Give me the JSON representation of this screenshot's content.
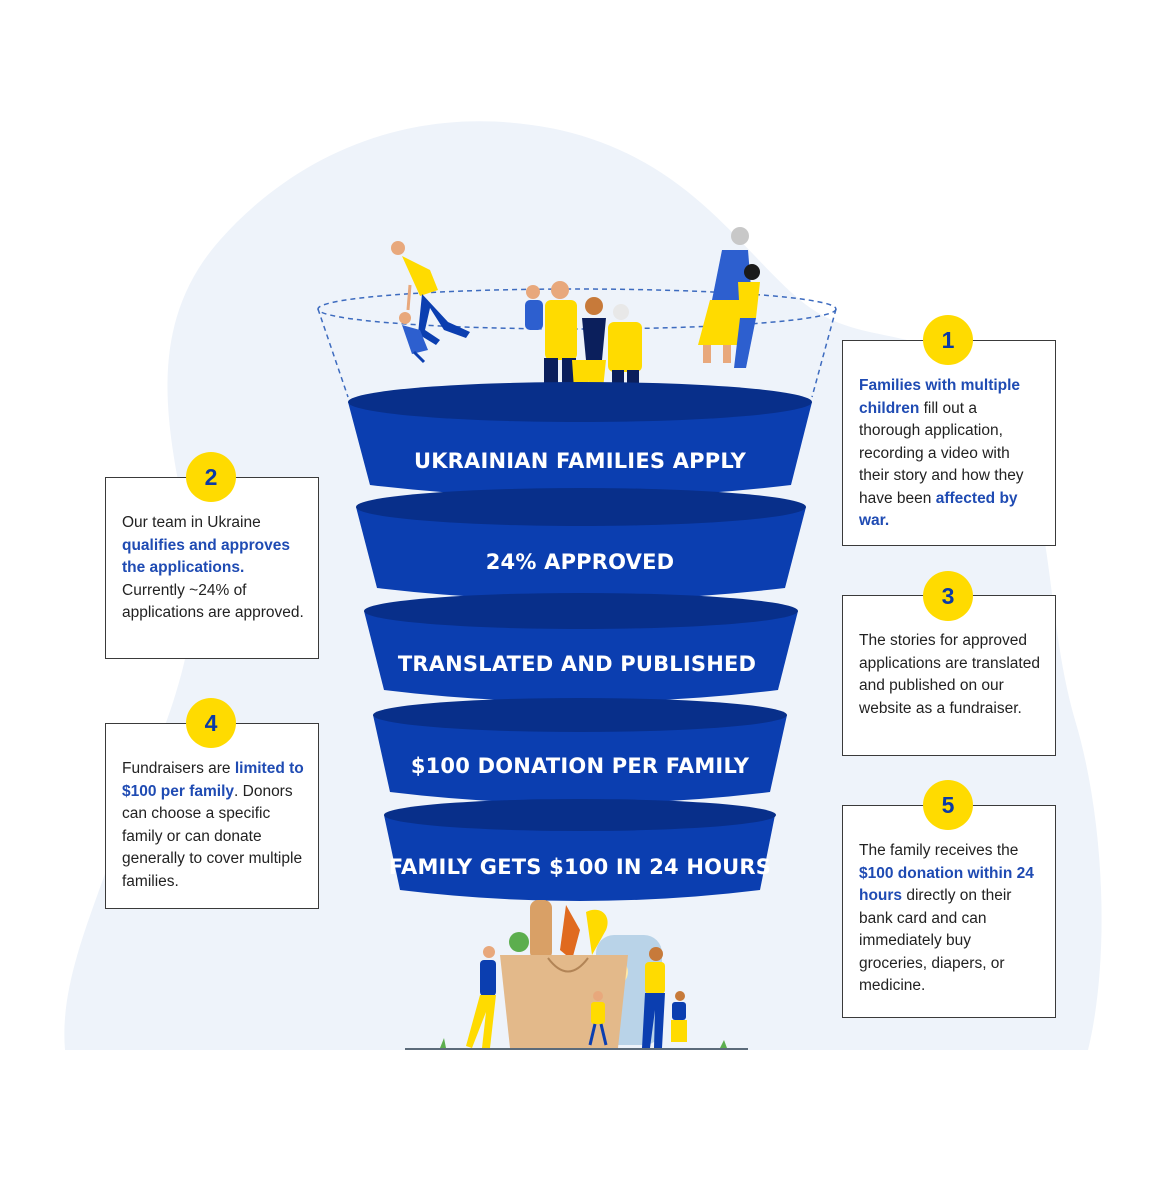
{
  "colors": {
    "blob": "#eef3fa",
    "funnel_blue": "#0b3eb0",
    "funnel_dark": "#082f8a",
    "accent_yellow": "#ffdb00",
    "highlight_blue": "#1f4bb3"
  },
  "funnel": {
    "tiers": [
      {
        "label": "UKRAINIAN FAMILIES APPLY"
      },
      {
        "label": "24% APPROVED"
      },
      {
        "label": "TRANSLATED AND PUBLISHED"
      },
      {
        "label": "$100 DONATION PER FAMILY"
      },
      {
        "label": "FAMILY GETS $100 IN 24 HOURS"
      }
    ]
  },
  "steps": [
    {
      "number": "1",
      "parts": [
        {
          "text": "Families with multiple children",
          "highlight": true
        },
        {
          "text": " fill out a thorough application, recording a video with their story and how they have been ",
          "highlight": false
        },
        {
          "text": "affected by war.",
          "highlight": true
        }
      ]
    },
    {
      "number": "2",
      "parts": [
        {
          "text": "Our team in Ukraine ",
          "highlight": false
        },
        {
          "text": "qualifies and approves the applications.",
          "highlight": true
        },
        {
          "text": " Currently ~24% of applications are approved.",
          "highlight": false
        }
      ]
    },
    {
      "number": "3",
      "parts": [
        {
          "text": "The stories for approved applications are translated and published on our website as a fundraiser.",
          "highlight": false
        }
      ]
    },
    {
      "number": "4",
      "parts": [
        {
          "text": "Fundraisers are ",
          "highlight": false
        },
        {
          "text": "limited to $100 per family",
          "highlight": true
        },
        {
          "text": ". Donors can choose a specific family or can donate generally to cover multiple families.",
          "highlight": false
        }
      ]
    },
    {
      "number": "5",
      "parts": [
        {
          "text": "The family receives the ",
          "highlight": false
        },
        {
          "text": "$100 donation within 24 hours",
          "highlight": true
        },
        {
          "text": " directly on their bank card and can immediately buy groceries, diapers, or medicine.",
          "highlight": false
        }
      ]
    }
  ]
}
